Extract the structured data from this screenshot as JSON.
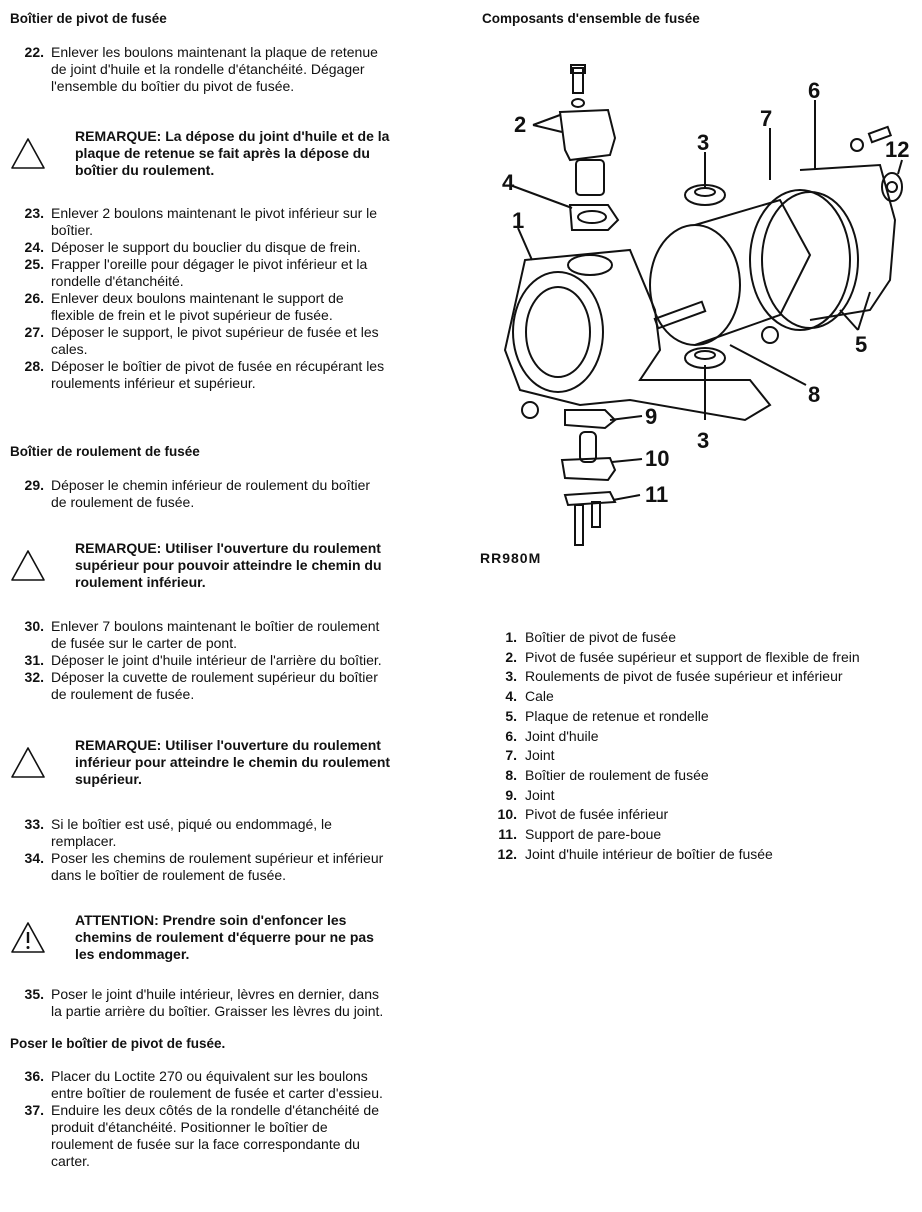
{
  "left": {
    "section1_title": "Boîtier de pivot de fusée",
    "item22": {
      "n": "22.",
      "text": "Enlever les boulons maintenant la plaque de retenue\nde joint d'huile et la rondelle d'étanchéité.  Dégager\nl'ensemble du boîtier du pivot de fusée."
    },
    "note1": "REMARQUE: La dépose du joint d'huile et de la\nplaque de retenue se fait après la dépose du\nboîtier du roulement.",
    "items_a": [
      {
        "n": "23.",
        "text": "Enlever 2 boulons maintenant le pivot inférieur sur le\nboîtier."
      },
      {
        "n": "24.",
        "text": "Déposer le support du bouclier du disque de frein."
      },
      {
        "n": "25.",
        "text": "Frapper l'oreille pour dégager le pivot inférieur et la\nrondelle d'étanchéité."
      },
      {
        "n": "26.",
        "text": "Enlever deux boulons maintenant le support de\nflexible de frein et le pivot supérieur de fusée."
      },
      {
        "n": "27.",
        "text": "Déposer le support, le pivot supérieur de fusée et les\ncales."
      },
      {
        "n": "28.",
        "text": "Déposer le boîtier de pivot de fusée en récupérant les\nroulements inférieur et supérieur."
      }
    ],
    "section2_title": "Boîtier de roulement de fusée",
    "item29": {
      "n": "29.",
      "text": "Déposer le chemin inférieur de roulement du boîtier\nde roulement de fusée."
    },
    "note2": "REMARQUE: Utiliser l'ouverture du roulement\nsupérieur pour pouvoir atteindre le chemin du\nroulement inférieur.",
    "items_b": [
      {
        "n": "30.",
        "text": "Enlever 7 boulons maintenant le boîtier de roulement\nde fusée sur le carter de pont."
      },
      {
        "n": "31.",
        "text": "Déposer le joint d'huile intérieur de l'arrière du boîtier."
      },
      {
        "n": "32.",
        "text": "Déposer la cuvette de roulement supérieur du boîtier\nde roulement de fusée."
      }
    ],
    "note3": "REMARQUE: Utiliser l'ouverture du roulement\ninférieur pour atteindre le chemin du roulement\nsupérieur.",
    "items_c": [
      {
        "n": "33.",
        "text": "Si le boîtier est usé, piqué ou endommagé, le\nremplacer."
      },
      {
        "n": "34.",
        "text": "Poser les chemins de roulement supérieur et inférieur\ndans le boîtier de roulement de fusée."
      }
    ],
    "caution": "ATTENTION: Prendre soin d'enfoncer les\nchemins de roulement d'équerre pour ne pas\nles endommager.",
    "item35": {
      "n": "35.",
      "text": "Poser le joint d'huile intérieur, lèvres en dernier, dans\nla partie arrière du boîtier. Graisser les lèvres du joint."
    },
    "section3_title": "Poser le boîtier de pivot de fusée.",
    "items_d": [
      {
        "n": "36.",
        "text": "Placer du Loctite 270 ou équivalent sur les boulons\nentre boîtier de roulement de fusée et carter d'essieu."
      },
      {
        "n": "37.",
        "text": "Enduire les deux côtés de la rondelle d'étanchéité de\nproduit d'étanchéité.  Positionner le boîtier de\nroulement de fusée sur la face correspondante du\ncarter."
      }
    ]
  },
  "right": {
    "title": "Composants d'ensemble de fusée",
    "figure_code": "RR980M",
    "callouts": [
      "1",
      "2",
      "3",
      "3",
      "4",
      "5",
      "6",
      "7",
      "8",
      "9",
      "10",
      "11",
      "12"
    ],
    "legend": [
      {
        "n": "1.",
        "text": "Boîtier de pivot de fusée"
      },
      {
        "n": "2.",
        "text": "Pivot de fusée supérieur et support de flexible de frein"
      },
      {
        "n": "3.",
        "text": "Roulements de pivot de fusée supérieur et inférieur"
      },
      {
        "n": "4.",
        "text": "Cale"
      },
      {
        "n": "5.",
        "text": "Plaque de retenue et rondelle"
      },
      {
        "n": "6.",
        "text": "Joint d'huile"
      },
      {
        "n": "7.",
        "text": "Joint"
      },
      {
        "n": "8.",
        "text": "Boîtier de roulement de fusée"
      },
      {
        "n": "9.",
        "text": "Joint"
      },
      {
        "n": "10.",
        "text": "Pivot de fusée inférieur"
      },
      {
        "n": "11.",
        "text": "Support de pare-boue"
      },
      {
        "n": "12.",
        "text": "Joint d'huile intérieur de boîtier de fusée"
      }
    ]
  }
}
